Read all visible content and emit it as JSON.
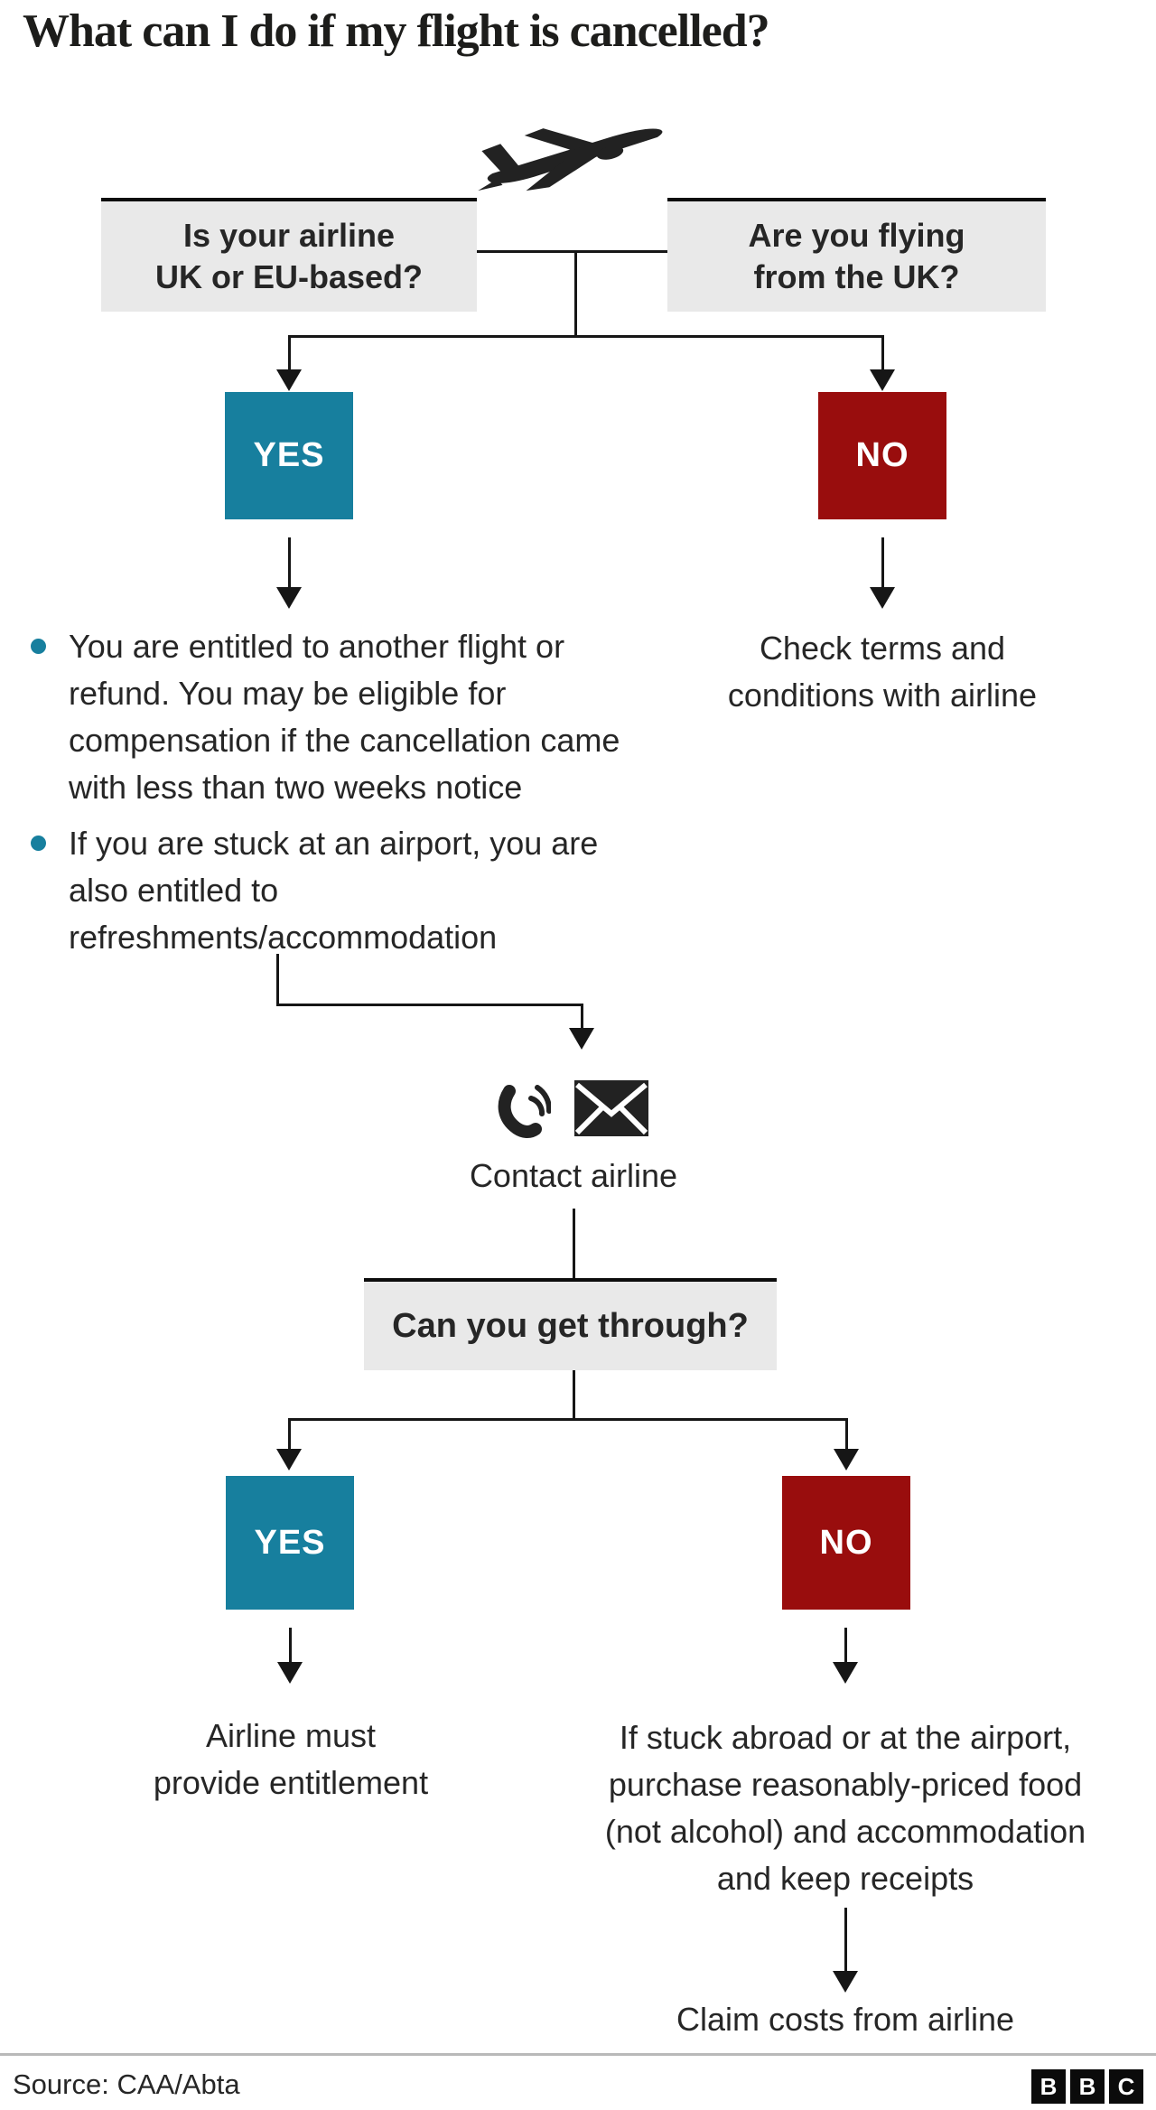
{
  "title": "What can I do if my flight is cancelled?",
  "colors": {
    "teal": "#177f9e",
    "red": "#990d0d",
    "box_gray": "#e9e9e9",
    "ink": "#262626",
    "line": "#161616"
  },
  "flow": {
    "q_airline": {
      "line1": "Is your airline",
      "line2": "UK or EU-based?"
    },
    "q_flying": {
      "line1": "Are you flying",
      "line2": "from the UK?"
    },
    "yes1": "YES",
    "no1": "NO",
    "yes1_bullets": [
      "You are entitled to another flight or refund. You may be eligible for compensation if the cancellation came with less than two weeks notice",
      "If you are stuck at an airport, you are also entitled to refreshments/accommodation"
    ],
    "no1_outcome": {
      "line1": "Check terms and",
      "line2": "conditions with airline"
    },
    "contact": "Contact airline",
    "q_through": "Can you get through?",
    "yes2": "YES",
    "no2": "NO",
    "yes2_outcome": {
      "line1": "Airline must",
      "line2": "provide entitlement"
    },
    "no2_outcome": {
      "line1": "If stuck abroad or at the airport,",
      "line2": "purchase reasonably-priced food",
      "line3": "(not alcohol) and accommodation",
      "line4": "and keep receipts"
    },
    "claim": "Claim costs from airline"
  },
  "footer": {
    "source": "Source: CAA/Abta",
    "logo": [
      "B",
      "B",
      "C"
    ]
  }
}
